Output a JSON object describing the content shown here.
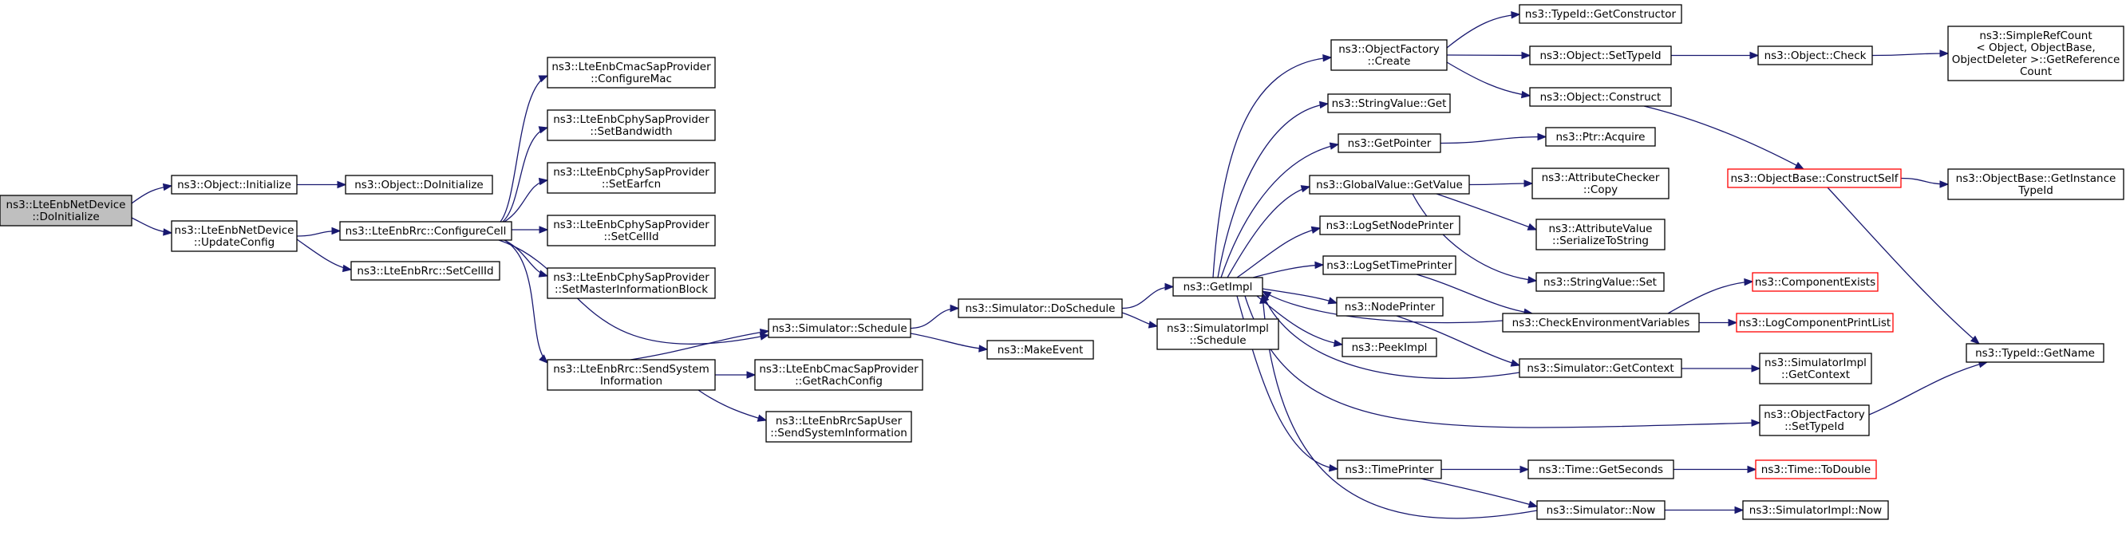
{
  "graph": {
    "nodes": [
      {
        "id": "root",
        "lines": [
          "ns3::LteEnbNetDevice",
          "::DoInitialize"
        ],
        "root": true
      },
      {
        "id": "objinit",
        "lines": [
          "ns3::Object::Initialize"
        ]
      },
      {
        "id": "objdoinit",
        "lines": [
          "ns3::Object::DoInitialize"
        ]
      },
      {
        "id": "updcfg",
        "lines": [
          "ns3::LteEnbNetDevice",
          "::UpdateConfig"
        ]
      },
      {
        "id": "cfgcell",
        "lines": [
          "ns3::LteEnbRrc::ConfigureCell"
        ]
      },
      {
        "id": "setcellid",
        "lines": [
          "ns3::LteEnbRrc::SetCellId"
        ]
      },
      {
        "id": "cfgmac",
        "lines": [
          "ns3::LteEnbCmacSapProvider",
          "::ConfigureMac"
        ]
      },
      {
        "id": "setbw",
        "lines": [
          "ns3::LteEnbCphySapProvider",
          "::SetBandwidth"
        ]
      },
      {
        "id": "setearfcn",
        "lines": [
          "ns3::LteEnbCphySapProvider",
          "::SetEarfcn"
        ]
      },
      {
        "id": "phycellid",
        "lines": [
          "ns3::LteEnbCphySapProvider",
          "::SetCellId"
        ]
      },
      {
        "id": "setmib",
        "lines": [
          "ns3::LteEnbCphySapProvider",
          "::SetMasterInformationBlock"
        ]
      },
      {
        "id": "sendsys",
        "lines": [
          "ns3::LteEnbRrc::SendSystem",
          "Information"
        ]
      },
      {
        "id": "schedule",
        "lines": [
          "ns3::Simulator::Schedule"
        ]
      },
      {
        "id": "rach",
        "lines": [
          "ns3::LteEnbCmacSapProvider",
          "::GetRachConfig"
        ]
      },
      {
        "id": "sapuser",
        "lines": [
          "ns3::LteEnbRrcSapUser",
          "::SendSystemInformation"
        ]
      },
      {
        "id": "dosched",
        "lines": [
          "ns3::Simulator::DoSchedule"
        ]
      },
      {
        "id": "makeevt",
        "lines": [
          "ns3::MakeEvent"
        ]
      },
      {
        "id": "getimpl",
        "lines": [
          "ns3::GetImpl"
        ]
      },
      {
        "id": "simisched",
        "lines": [
          "ns3::SimulatorImpl",
          "::Schedule"
        ]
      },
      {
        "id": "objfcreate",
        "lines": [
          "ns3::ObjectFactory",
          "::Create"
        ]
      },
      {
        "id": "strget",
        "lines": [
          "ns3::StringValue::Get"
        ]
      },
      {
        "id": "getptr",
        "lines": [
          "ns3::GetPointer"
        ]
      },
      {
        "id": "gvget",
        "lines": [
          "ns3::GlobalValue::GetValue"
        ]
      },
      {
        "id": "lognode",
        "lines": [
          "ns3::LogSetNodePrinter"
        ]
      },
      {
        "id": "logtime",
        "lines": [
          "ns3::LogSetTimePrinter"
        ]
      },
      {
        "id": "nodeprn",
        "lines": [
          "ns3::NodePrinter"
        ]
      },
      {
        "id": "peek",
        "lines": [
          "ns3::PeekImpl"
        ]
      },
      {
        "id": "timeprn",
        "lines": [
          "ns3::TimePrinter"
        ]
      },
      {
        "id": "typeidgc",
        "lines": [
          "ns3::TypeId::GetConstructor"
        ]
      },
      {
        "id": "settypeid",
        "lines": [
          "ns3::Object::SetTypeId"
        ]
      },
      {
        "id": "objcons",
        "lines": [
          "ns3::Object::Construct"
        ]
      },
      {
        "id": "ptracq",
        "lines": [
          "ns3::Ptr::Acquire"
        ]
      },
      {
        "id": "attrcopy",
        "lines": [
          "ns3::AttributeChecker",
          "::Copy"
        ]
      },
      {
        "id": "attrser",
        "lines": [
          "ns3::AttributeValue",
          "::SerializeToString"
        ]
      },
      {
        "id": "strset",
        "lines": [
          "ns3::StringValue::Set"
        ]
      },
      {
        "id": "checkenv",
        "lines": [
          "ns3::CheckEnvironmentVariables"
        ]
      },
      {
        "id": "getctx",
        "lines": [
          "ns3::Simulator::GetContext"
        ]
      },
      {
        "id": "ofsettid",
        "lines": [
          "ns3::ObjectFactory",
          "::SetTypeId"
        ]
      },
      {
        "id": "getsec",
        "lines": [
          "ns3::Time::GetSeconds"
        ]
      },
      {
        "id": "simnow",
        "lines": [
          "ns3::Simulator::Now"
        ]
      },
      {
        "id": "objcheck",
        "lines": [
          "ns3::Object::Check"
        ]
      },
      {
        "id": "conself",
        "lines": [
          "ns3::ObjectBase::ConstructSelf"
        ],
        "red": true
      },
      {
        "id": "compex",
        "lines": [
          "ns3::ComponentExists"
        ],
        "red": true
      },
      {
        "id": "logcomp",
        "lines": [
          "ns3::LogComponentPrintList"
        ],
        "red": true
      },
      {
        "id": "implctx",
        "lines": [
          "ns3::SimulatorImpl",
          "::GetContext"
        ]
      },
      {
        "id": "todouble",
        "lines": [
          "ns3::Time::ToDouble"
        ],
        "red": true
      },
      {
        "id": "implnow",
        "lines": [
          "ns3::SimulatorImpl::Now"
        ]
      },
      {
        "id": "srcount",
        "lines": [
          "ns3::SimpleRefCount",
          "< Object, ObjectBase,",
          "ObjectDeleter >::GetReference",
          "Count"
        ]
      },
      {
        "id": "getinst",
        "lines": [
          "ns3::ObjectBase::GetInstance",
          "TypeId"
        ]
      },
      {
        "id": "getname",
        "lines": [
          "ns3::TypeId::GetName"
        ]
      }
    ],
    "edges": [
      [
        "root",
        "objinit"
      ],
      [
        "root",
        "updcfg"
      ],
      [
        "objinit",
        "objdoinit"
      ],
      [
        "updcfg",
        "cfgcell"
      ],
      [
        "updcfg",
        "setcellid"
      ],
      [
        "cfgcell",
        "cfgmac"
      ],
      [
        "cfgcell",
        "setbw"
      ],
      [
        "cfgcell",
        "setearfcn"
      ],
      [
        "cfgcell",
        "phycellid"
      ],
      [
        "cfgcell",
        "setmib"
      ],
      [
        "cfgcell",
        "sendsys"
      ],
      [
        "cfgcell",
        "schedule"
      ],
      [
        "sendsys",
        "schedule"
      ],
      [
        "sendsys",
        "rach"
      ],
      [
        "sendsys",
        "sapuser"
      ],
      [
        "schedule",
        "dosched"
      ],
      [
        "schedule",
        "makeevt"
      ],
      [
        "dosched",
        "getimpl"
      ],
      [
        "dosched",
        "simisched"
      ],
      [
        "getimpl",
        "objfcreate"
      ],
      [
        "getimpl",
        "strget"
      ],
      [
        "getimpl",
        "getptr"
      ],
      [
        "getimpl",
        "gvget"
      ],
      [
        "getimpl",
        "lognode"
      ],
      [
        "getimpl",
        "logtime"
      ],
      [
        "getimpl",
        "nodeprn"
      ],
      [
        "getimpl",
        "peek"
      ],
      [
        "getimpl",
        "timeprn"
      ],
      [
        "getimpl",
        "ofsettid"
      ],
      [
        "objfcreate",
        "typeidgc"
      ],
      [
        "objfcreate",
        "settypeid"
      ],
      [
        "objfcreate",
        "objcons"
      ],
      [
        "getptr",
        "ptracq"
      ],
      [
        "gvget",
        "attrcopy"
      ],
      [
        "gvget",
        "attrser"
      ],
      [
        "gvget",
        "strset"
      ],
      [
        "logtime",
        "checkenv"
      ],
      [
        "nodeprn",
        "getctx"
      ],
      [
        "checkenv",
        "compex"
      ],
      [
        "checkenv",
        "logcomp"
      ],
      [
        "checkenv",
        "getimpl"
      ],
      [
        "getctx",
        "getimpl"
      ],
      [
        "getctx",
        "implctx"
      ],
      [
        "timeprn",
        "getsec"
      ],
      [
        "timeprn",
        "simnow"
      ],
      [
        "simnow",
        "getimpl"
      ],
      [
        "simnow",
        "implnow"
      ],
      [
        "getsec",
        "todouble"
      ],
      [
        "settypeid",
        "objcheck"
      ],
      [
        "objcheck",
        "srcount"
      ],
      [
        "objcons",
        "conself"
      ],
      [
        "conself",
        "getinst"
      ],
      [
        "conself",
        "getname"
      ],
      [
        "ofsettid",
        "getname"
      ]
    ]
  }
}
